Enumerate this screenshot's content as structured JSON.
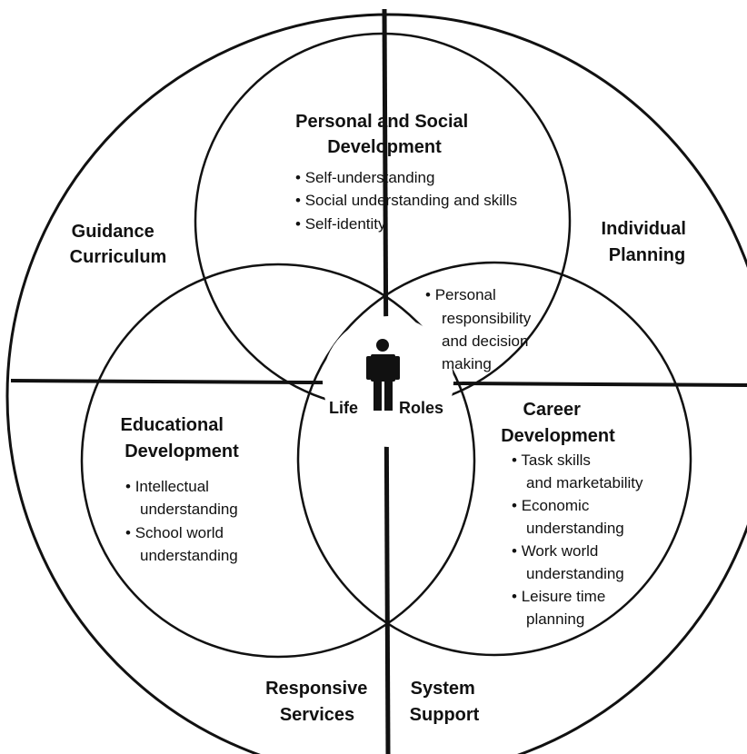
{
  "diagram": {
    "quadrants": {
      "top_left": [
        "Guidance",
        "Curriculum"
      ],
      "top_right": [
        "Individual",
        "Planning"
      ],
      "bottom_left": [
        "Responsive",
        "Services"
      ],
      "bottom_right": [
        "System",
        "Support"
      ]
    },
    "personal_social": {
      "title": [
        "Personal and Social",
        "Development"
      ],
      "items": [
        "Self-understanding",
        "Social understanding and skills",
        "Self-identity"
      ]
    },
    "overlap_item": [
      "Personal",
      "responsibility",
      "and decision",
      "making"
    ],
    "educational": {
      "title": [
        "Educational",
        "Development"
      ],
      "items": [
        [
          "Intellectual",
          "understanding"
        ],
        [
          "School world",
          "understanding"
        ]
      ]
    },
    "career": {
      "title": [
        "Career",
        "Development"
      ],
      "items": [
        [
          "Task skills",
          "and marketability"
        ],
        [
          "Economic",
          "understanding"
        ],
        [
          "Work world",
          "understanding"
        ],
        [
          "Leisure time",
          "planning"
        ]
      ]
    },
    "center": {
      "left": "Life",
      "right": "Roles",
      "icon": "person-icon"
    }
  }
}
